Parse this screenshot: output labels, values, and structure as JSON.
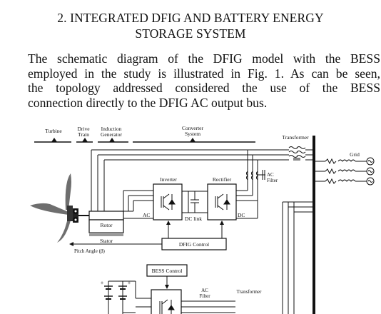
{
  "section": {
    "heading_line1": "2. INTEGRATED DFIG AND BATTERY ENERGY",
    "heading_line2": "STORAGE SYSTEM"
  },
  "paragraph": {
    "lines": [
      "The schematic diagram of the DFIG model with the BESS",
      "employed in the study is illustrated in Fig. 1. As can be seen,",
      "the topology addressed considered the use of the BESS",
      "connection directly to the DFIG AC output bus."
    ]
  },
  "figure": {
    "labels": {
      "turbine": "Turbine",
      "drive_train_1": "Drive",
      "drive_train_2": "Train",
      "induction_gen_1": "Induction",
      "induction_gen_2": "Generator",
      "converter_1": "Converter",
      "converter_2": "System",
      "transformer_top": "Transformer",
      "grid": "Grid",
      "inverter": "Inverter",
      "rectifier": "Rectifier",
      "ac_filter_top_1": "AC",
      "ac_filter_top_2": "Filter",
      "ac_left": "AC",
      "dc_link": "DC link",
      "dc": "DC",
      "rotor": "Rotor",
      "stator": "Stator",
      "dfig_control": "DFIG Control",
      "pitch_angle": "Pitch Angle (β)",
      "bess_control": "BESS Control",
      "ac_filter_bottom_1": "AC",
      "ac_filter_bottom_2": "Filter",
      "transformer_bottom": "Transformer"
    }
  }
}
